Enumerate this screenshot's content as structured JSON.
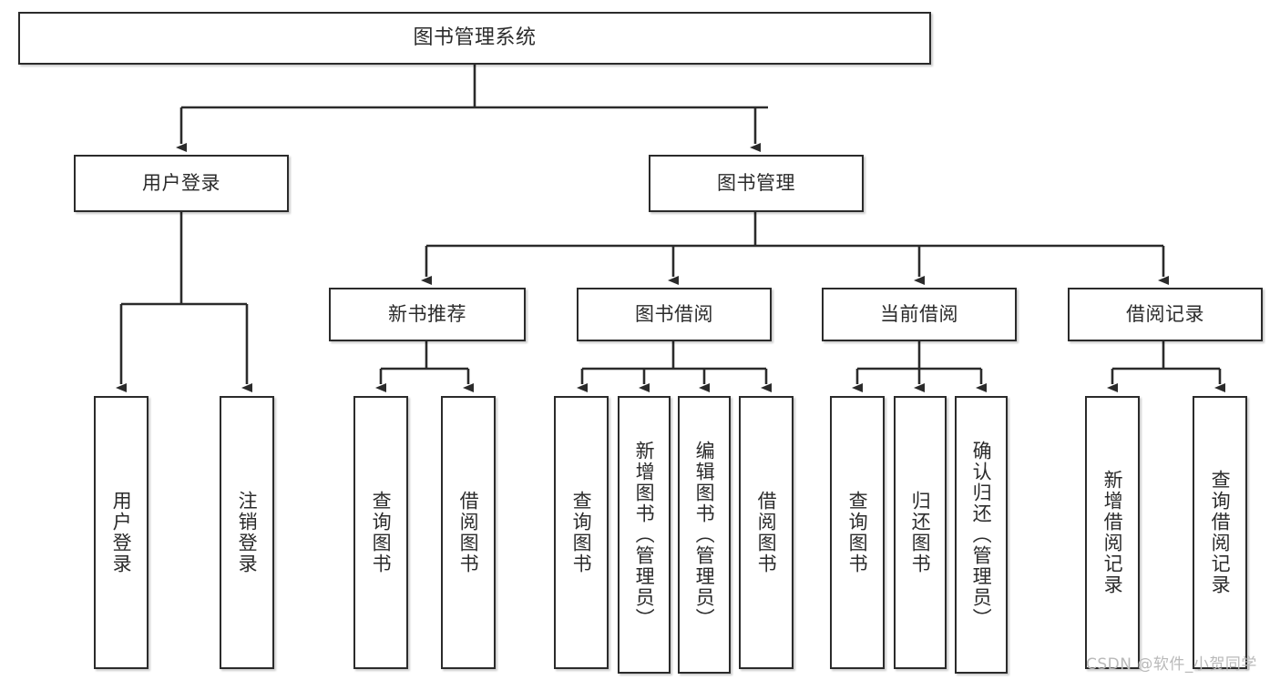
{
  "diagram": {
    "title": "图书管理系统",
    "type": "tree-hierarchy",
    "root": {
      "label": "图书管理系统"
    },
    "level2": [
      {
        "label": "用户登录"
      },
      {
        "label": "图书管理"
      }
    ],
    "level3": [
      {
        "label": "新书推荐"
      },
      {
        "label": "图书借阅"
      },
      {
        "label": "当前借阅"
      },
      {
        "label": "借阅记录"
      }
    ],
    "leaves": {
      "user_login": [
        {
          "label": "用户登录"
        },
        {
          "label": "注销登录"
        }
      ],
      "new_book_recommend": [
        {
          "label": "查询图书"
        },
        {
          "label": "借阅图书"
        }
      ],
      "book_borrow": [
        {
          "label": "查询图书"
        },
        {
          "label": "新增图书（管理员）"
        },
        {
          "label": "编辑图书（管理员）"
        },
        {
          "label": "借阅图书"
        }
      ],
      "current_borrow": [
        {
          "label": "查询图书"
        },
        {
          "label": "归还图书"
        },
        {
          "label": "确认归还（管理员）"
        }
      ],
      "borrow_record": [
        {
          "label": "新增借阅记录"
        },
        {
          "label": "查询借阅记录"
        }
      ]
    }
  },
  "watermark": {
    "text": "CSDN @软件_小贺同学"
  },
  "colors": {
    "stroke": "#2b2b2b",
    "fill": "#ffffff",
    "text": "#2b2b2b",
    "watermark": "#b9b9b9"
  }
}
